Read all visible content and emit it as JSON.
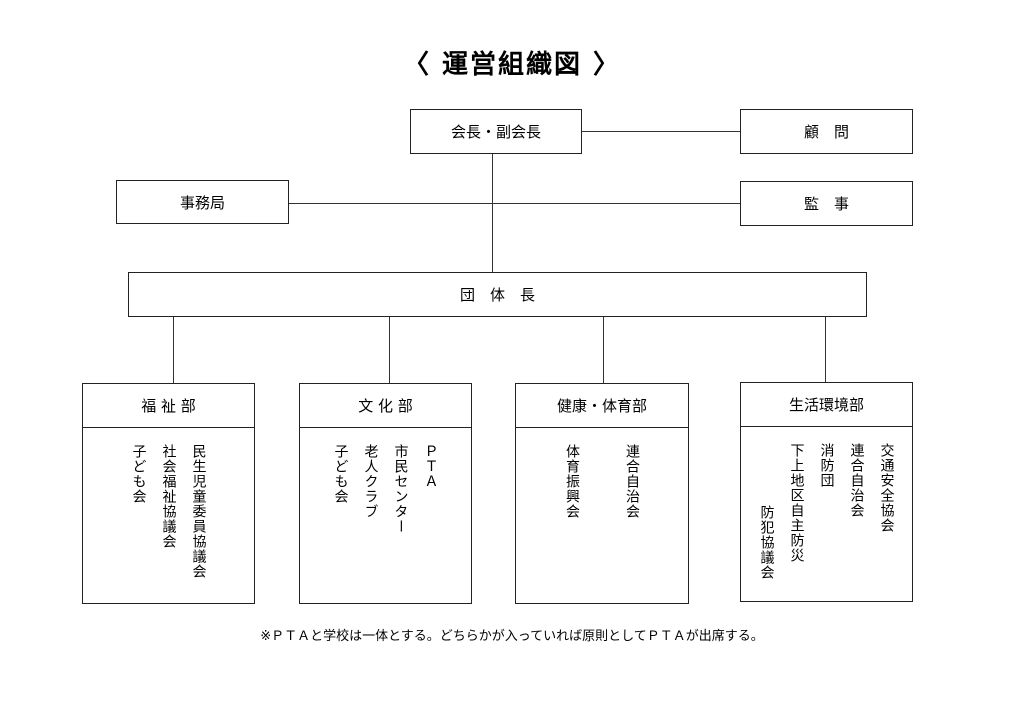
{
  "title": "〈 運営組織図 〉",
  "top": {
    "president": "会長・副会長",
    "advisor": "顧　問",
    "secretariat": "事務局",
    "auditor": "監　事",
    "group_head": "団　体　長"
  },
  "departments": [
    {
      "name": "福 祉 部",
      "members": [
        "民生児童委員協議会",
        "社会福祉協議会",
        "子ども会"
      ]
    },
    {
      "name": "文 化 部",
      "members": [
        "ＰＴＡ",
        "市民センター",
        "老人クラブ",
        "子ども会"
      ]
    },
    {
      "name": "健康・体育部",
      "members": [
        "連合自治会",
        "体育振興会"
      ]
    },
    {
      "name": "生活環境部",
      "members": [
        "交通安全協会",
        "連合自治会",
        "消防団",
        "下上地区自主防災",
        "防犯協議会"
      ]
    }
  ],
  "note": "※ＰＴＡと学校は一体とする。どちらかが入っていれば原則としてＰＴＡが出席する。"
}
